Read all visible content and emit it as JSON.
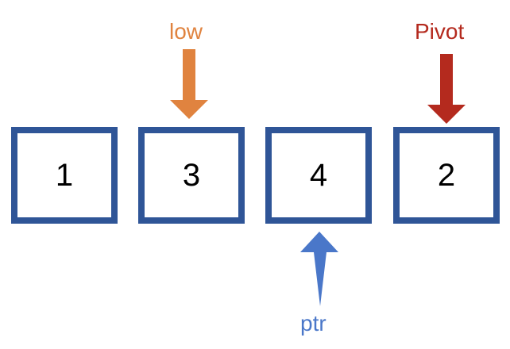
{
  "array": {
    "cells": [
      {
        "value": "1"
      },
      {
        "value": "3"
      },
      {
        "value": "4"
      },
      {
        "value": "2"
      }
    ],
    "border_color": "#2f5597"
  },
  "pointers": {
    "low": {
      "label": "low",
      "color": "#e0833f"
    },
    "pivot": {
      "label": "Pivot",
      "color": "#b42a1e"
    },
    "ptr": {
      "label": "ptr",
      "color": "#4a77c9"
    }
  }
}
